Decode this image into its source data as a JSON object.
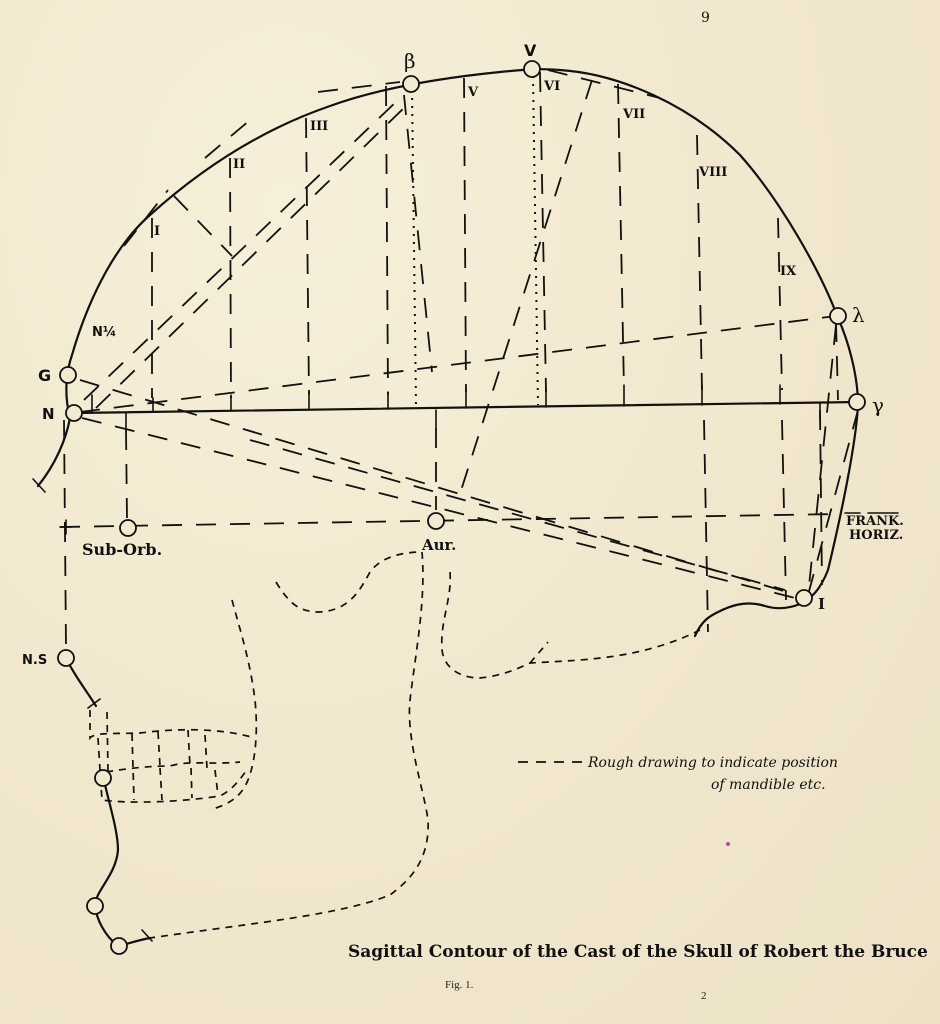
{
  "page": {
    "page_number_top": "9",
    "page_number_bottom": "2",
    "figure_label": "Fig. 1.",
    "caption": "Sagittal Contour of the Cast of the Skull of Robert the Bruce",
    "background_color": "#f3ead2",
    "ink_color": "#111111"
  },
  "landmarks": {
    "beta": "β",
    "vertex": "V",
    "lambda": "λ",
    "gamma": "γ",
    "glabella": "G",
    "nasion": "N",
    "nasion_quarter": "N¼",
    "sub_orbital": "Sub-Orb.",
    "auricular": "Aur.",
    "inion": "I",
    "nasal_spine": "N.S",
    "frankfort_horizontal_line1": "FRANK.",
    "frankfort_horizontal_line2": "HORIZ."
  },
  "ordinates": {
    "labels": [
      "I",
      "II",
      "III",
      "V",
      "VI",
      "VII",
      "VIII",
      "IX"
    ]
  },
  "legend": {
    "line1": "Rough drawing to indicate position",
    "line2": "of mandible etc.",
    "line_style": "dashed"
  }
}
